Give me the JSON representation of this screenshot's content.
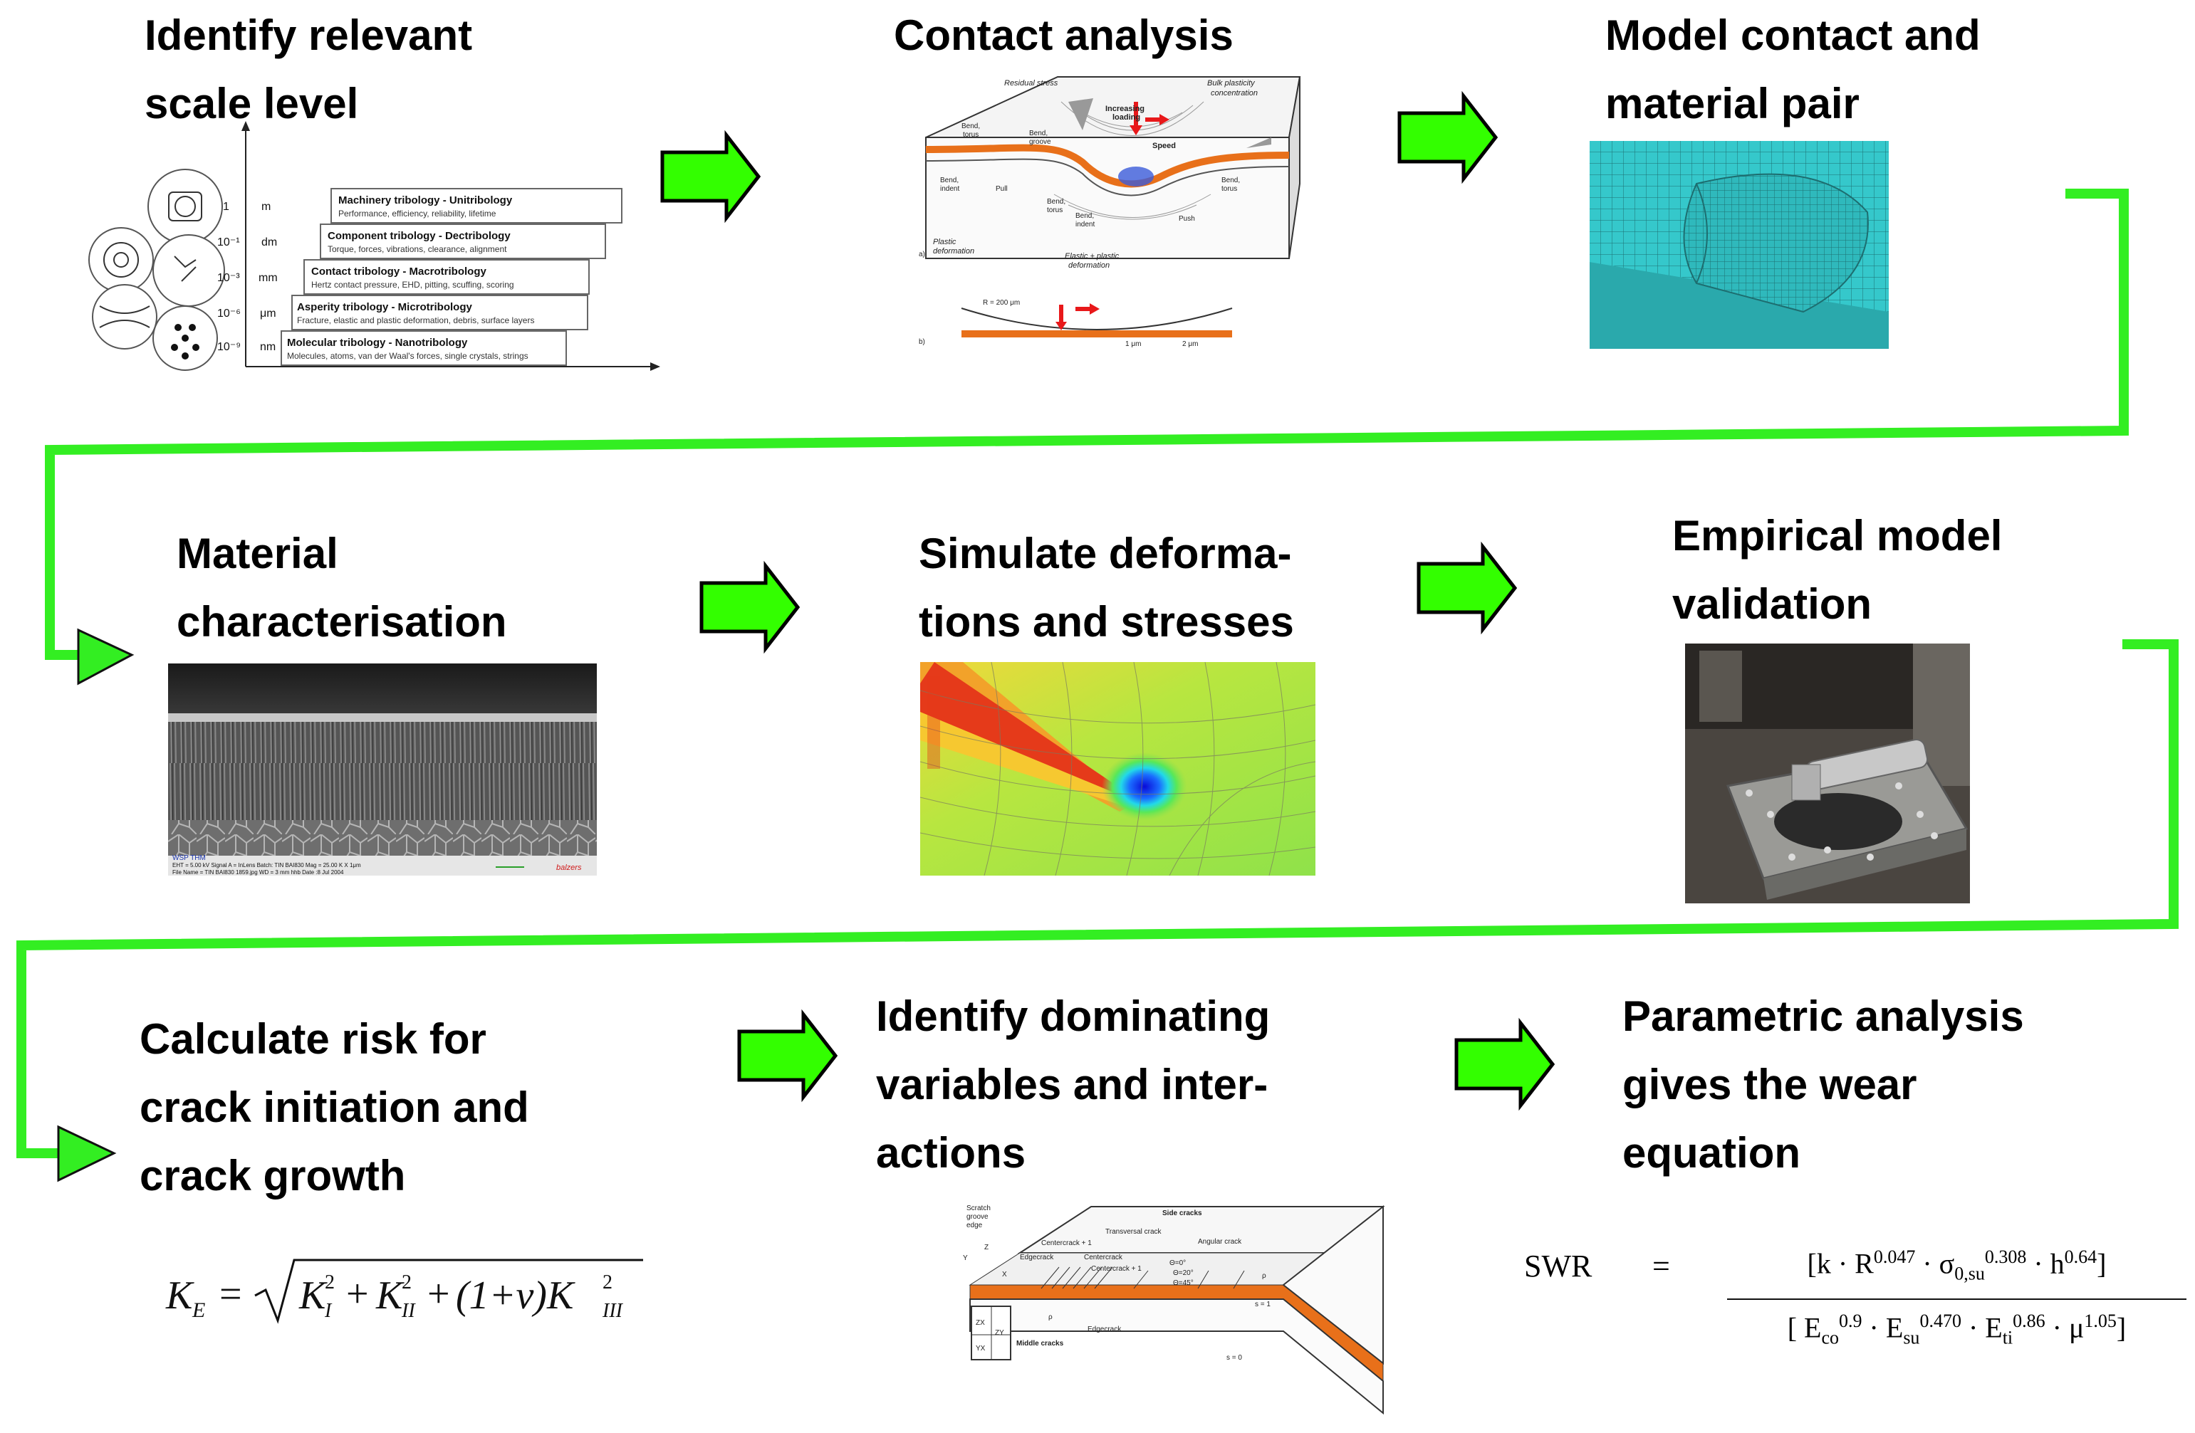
{
  "steps": [
    {
      "title_line1": "Identify relevant",
      "title_line2": "scale level"
    },
    {
      "title_line1": "Contact analysis",
      "title_line2": ""
    },
    {
      "title_line1": "Model contact and",
      "title_line2": "material pair"
    },
    {
      "title_line1": "Material",
      "title_line2": "characterisation"
    },
    {
      "title_line1": "Simulate deforma-",
      "title_line2": "tions and stresses"
    },
    {
      "title_line1": "Empirical model",
      "title_line2": "validation"
    },
    {
      "title_line1": "Calculate risk for",
      "title_line2": "crack initiation and",
      "title_line3": "crack growth"
    },
    {
      "title_line1": "Identify dominating",
      "title_line2": "variables and inter-",
      "title_line3": "actions"
    },
    {
      "title_line1": "Parametric analysis",
      "title_line2": "gives the wear",
      "title_line3": "equation"
    }
  ],
  "scale_figure": {
    "scales": [
      {
        "val": "1",
        "unit": "m",
        "title": "Machinery tribology - Unitribology",
        "desc": "Performance, efficiency, reliability, lifetime"
      },
      {
        "val": "10⁻¹",
        "unit": "dm",
        "title": "Component tribology - Dectribology",
        "desc": "Torque, forces, vibrations, clearance, alignment"
      },
      {
        "val": "10⁻³",
        "unit": "mm",
        "title": "Contact tribology - Macrotribology",
        "desc": "Hertz contact pressure, EHD, pitting, scuffing, scoring"
      },
      {
        "val": "10⁻⁶",
        "unit": "μm",
        "title": "Asperity tribology - Microtribology",
        "desc": "Fracture, elastic and plastic deformation, debris, surface layers"
      },
      {
        "val": "10⁻⁹",
        "unit": "nm",
        "title": "Molecular tribology - Nanotribology",
        "desc": "Molecules, atoms, van der Waal's forces, single crystals, strings"
      }
    ]
  },
  "contact_figure": {
    "labels": {
      "residual": "Residual stress",
      "increasing": "Increasing",
      "loading": "loading",
      "bulk1": "Bulk plasticity",
      "bulk2": "concentration",
      "speed": "Speed",
      "bend_torus": "Bend,",
      "torus": "torus",
      "bend_groove": "Bend,",
      "groove": "groove",
      "bend_indent": "Bend,",
      "indent": "indent",
      "pull": "Pull",
      "bend_torus2": "Bend,",
      "torus2": "torus",
      "bend_indent2": "Bend,",
      "indent2": "indent",
      "bend_torus3": "Bend,",
      "torus3": "torus",
      "push": "Push",
      "plastic": "Plastic",
      "deformation": "deformation",
      "elastic": "Elastic + plastic",
      "deformation2": "deformation",
      "a": "a)",
      "b": "b)",
      "radius": "R = 200 μm",
      "one": "1 μm",
      "two": "2 μm"
    }
  },
  "sem_figure": {
    "line1": "WSP THM",
    "line2": "EHT = 5.00 kV   Signal A = InLens   Batch: TIN BAI830   Mag = 25.00 K X   1μm",
    "line3": "File Name = TIN BAI830 1859.jpg   WD = 3 mm   hhb   Date :8 Jul 2004",
    "brand": "balzers"
  },
  "crack_figure": {
    "labels": {
      "scratch1": "Scratch",
      "scratch2": "groove",
      "scratch3": "edge",
      "side": "Side cracks",
      "transversal": "Transversal crack",
      "angular": "Angular crack",
      "centercrack1": "Centercrack + 1",
      "edgecrack": "Edgecrack",
      "centercrack": "Centercrack",
      "centercrack2": "Centercrack + 1",
      "theta0": "Θ=0°",
      "theta20": "Θ=20°",
      "theta45": "Θ=45°",
      "rho": "ρ",
      "s1": "s = 1",
      "s0": "s = 0",
      "edgecrack2": "Edgecrack",
      "middle": "Middle cracks",
      "zx": "ZX",
      "zy": "ZY",
      "yx": "YX",
      "y": "Y",
      "z": "Z",
      "x": "X"
    }
  },
  "formula_ke": {
    "lhs": "K",
    "lhs_sub": "E",
    "terms": [
      "K",
      "I",
      "K",
      "II",
      "(1+ν)K",
      "III"
    ]
  },
  "formula_swr": {
    "label": "SWR",
    "eq": "=",
    "num": "[k · R^0.047 · σ0,su^0.308 · h^0.64]",
    "den": "[Eco^0.9 · Esu^0.470 · Eti^0.86 · μ^1.05]"
  },
  "colors": {
    "arrow_green": "#33ff00",
    "arrow_outline": "#000000",
    "connector_green": "#33ee22",
    "mesh_cyan": "#33c9cc",
    "coating_orange": "#e8701a"
  }
}
